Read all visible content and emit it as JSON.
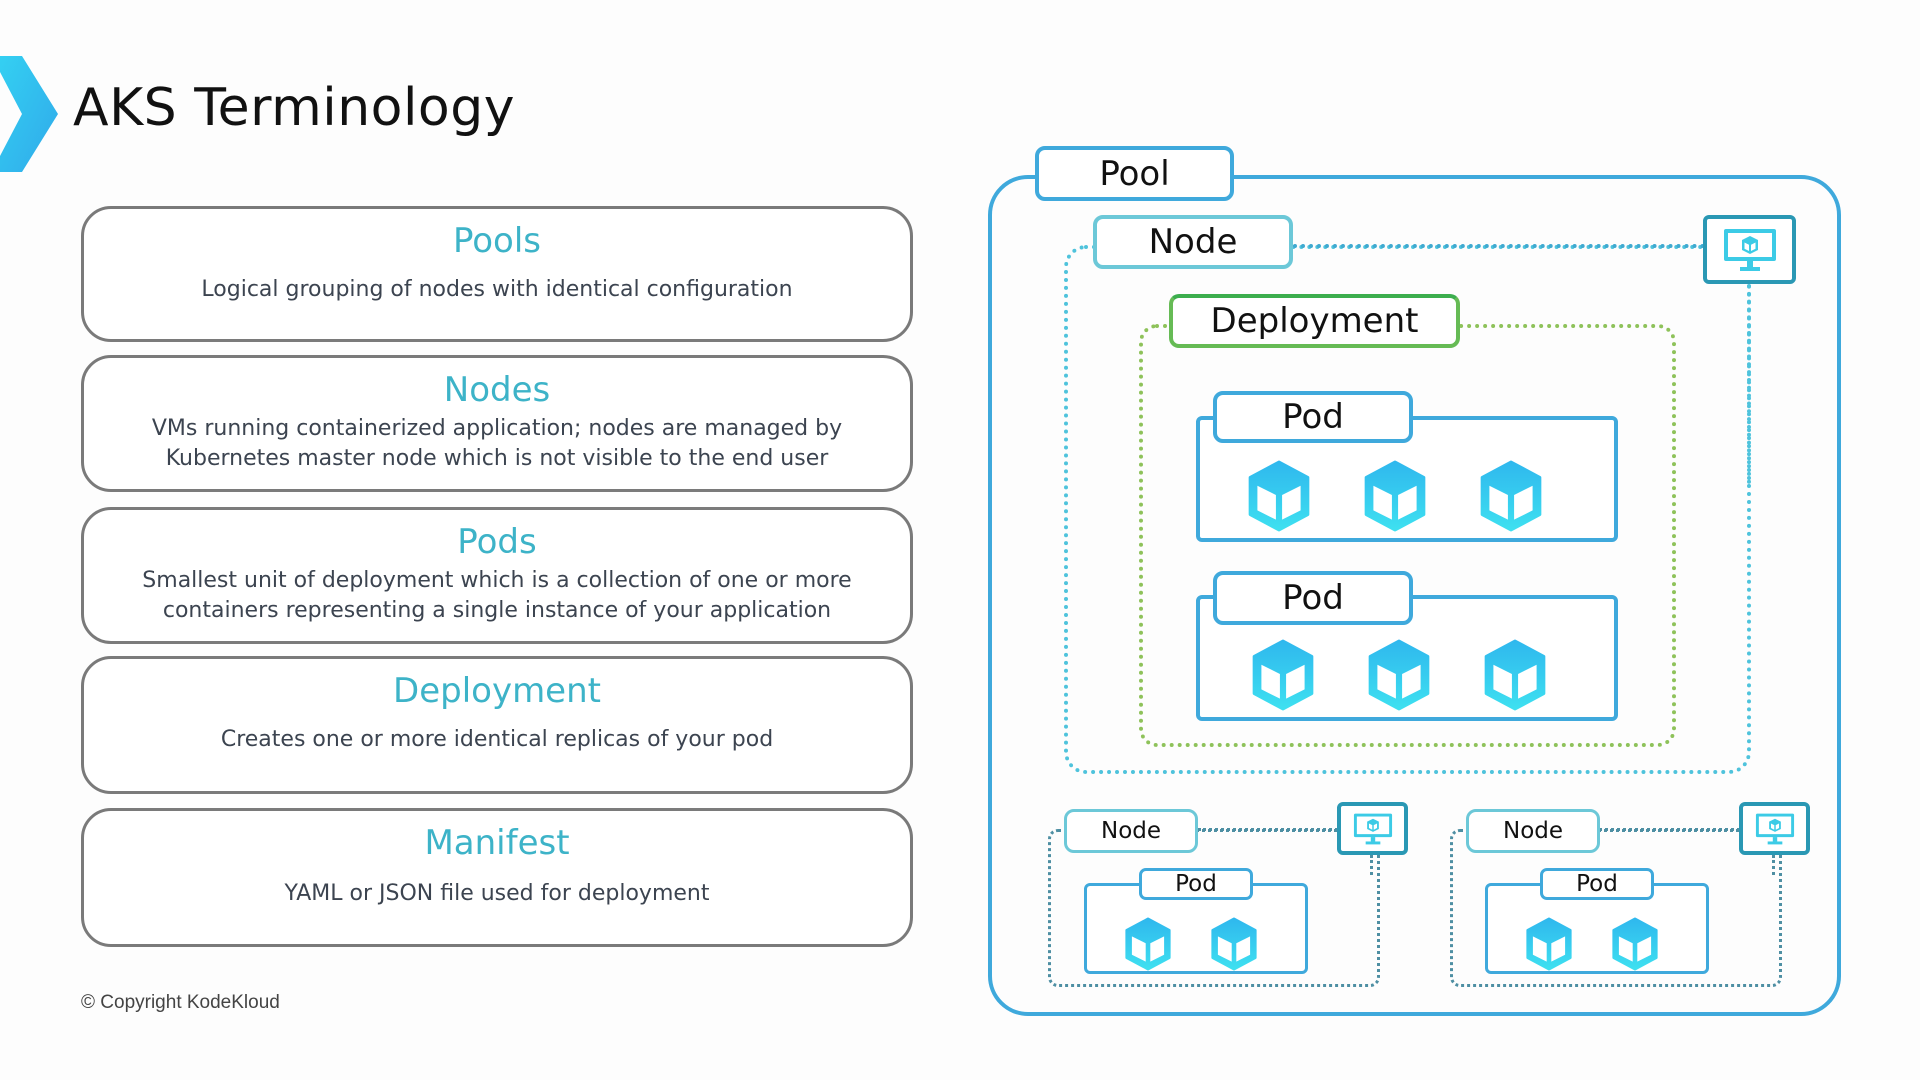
{
  "header": {
    "title": "AKS Terminology",
    "chevron_icon": "chevron-right-icon"
  },
  "cards": [
    {
      "title": "Pools",
      "desc": [
        "Logical grouping of nodes with identical configuration"
      ]
    },
    {
      "title": "Nodes",
      "desc": [
        "VMs running containerized application; nodes are managed by",
        "Kubernetes master node which is not visible to the end user"
      ]
    },
    {
      "title": "Pods",
      "desc": [
        "Smallest unit of deployment which is a collection of one or more",
        "containers representing a single instance of your application"
      ]
    },
    {
      "title": "Deployment",
      "desc": [
        "Creates one or more identical replicas of your pod"
      ]
    },
    {
      "title": "Manifest",
      "desc": [
        "YAML or JSON file used for deployment"
      ]
    }
  ],
  "footer": {
    "copyright": "© Copyright KodeKloud"
  },
  "diagram": {
    "pool_label": "Pool",
    "main_node": {
      "label": "Node",
      "deployment_label": "Deployment",
      "pods": [
        {
          "label": "Pod",
          "containers": 3
        },
        {
          "label": "Pod",
          "containers": 3
        }
      ]
    },
    "small_nodes": [
      {
        "label": "Node",
        "pod_label": "Pod",
        "containers": 2
      },
      {
        "label": "Node",
        "pod_label": "Pod",
        "containers": 2
      }
    ],
    "icons": {
      "container": "container-cube-icon",
      "vm": "vm-monitor-icon"
    },
    "colors": {
      "accent": "#3db3c8",
      "pool_border": "#3fa9dc",
      "node_dots": "#4fc3dc",
      "deployment": "#66bb55",
      "vm": "#2a98b4"
    }
  }
}
